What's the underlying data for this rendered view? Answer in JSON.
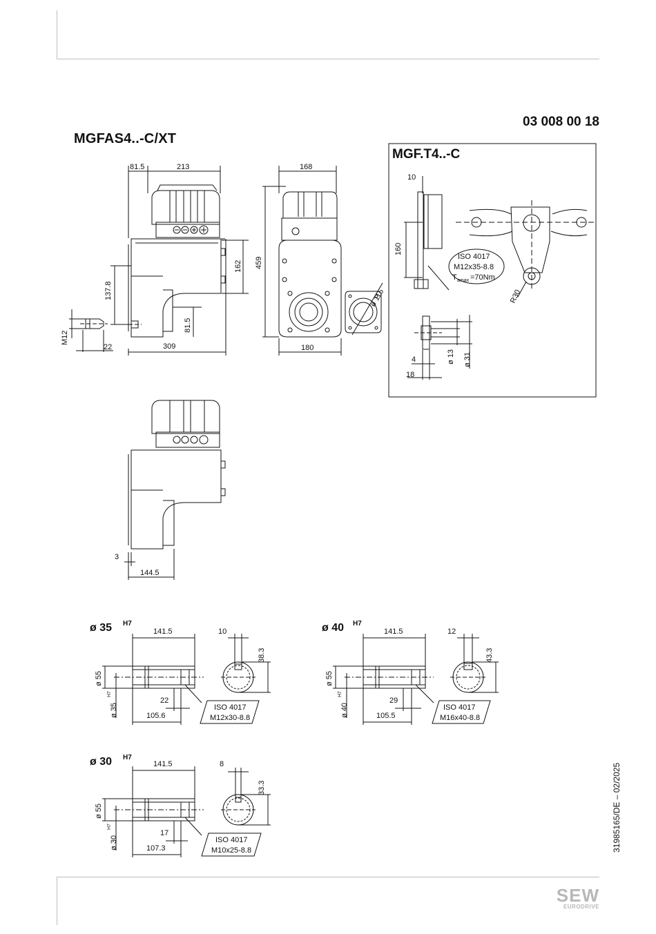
{
  "header": {
    "doc_number": "03 008 00 18",
    "model_title": "MGFAS4..-C/XT"
  },
  "torque_arm": {
    "title": "MGF.T4..-C",
    "dims": [
      "10",
      "160",
      "R30",
      "4",
      "18",
      "ø 13",
      "ø 31"
    ],
    "note_lines": [
      "ISO 4017",
      "M12x35-8.8",
      "T",
      "amax",
      "=70Nm"
    ]
  },
  "main_view": {
    "dims": [
      "81.5",
      "213",
      "168",
      "162",
      "459",
      "137.8",
      "81.5",
      "ø 115",
      "M12",
      "22",
      "309",
      "180"
    ]
  },
  "second_view": {
    "dims": [
      "3",
      "144.5"
    ]
  },
  "shafts": [
    {
      "label": "ø 35",
      "tol": "H7",
      "dims": [
        "141.5",
        "10",
        "38.3",
        "ø 55",
        "ø 35",
        "H7",
        "22",
        "105.6"
      ],
      "note": [
        "ISO 4017",
        "M12x30-8.8"
      ]
    },
    {
      "label": "ø 40",
      "tol": "H7",
      "dims": [
        "141.5",
        "12",
        "43.3",
        "ø 55",
        "ø 40",
        "H7",
        "29",
        "105.5"
      ],
      "note": [
        "ISO 4017",
        "M16x40-8.8"
      ]
    },
    {
      "label": "ø 30",
      "tol": "H7",
      "dims": [
        "141.5",
        "8",
        "33.3",
        "ø 55",
        "ø 30",
        "H7",
        "17",
        "107.3"
      ],
      "note": [
        "ISO 4017",
        "M10x25-8.8"
      ]
    }
  ],
  "footer": {
    "side_text": "31985165/DE – 02/2025",
    "logo_main": "SEW",
    "logo_sub": "EURODRIVE"
  }
}
